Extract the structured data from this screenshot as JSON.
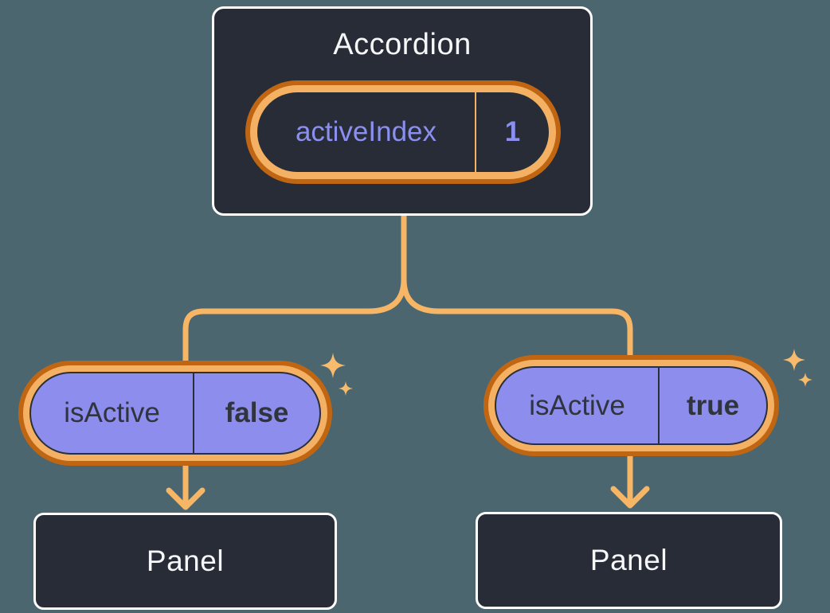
{
  "colors": {
    "background": "#4C6670",
    "box_fill": "#272C36",
    "box_border": "#FFFFFF",
    "text_light": "#F6F7F9",
    "purple_text": "#8A8FF0",
    "pill_fill": "#8D8DED",
    "pill_outline": "#2B2F38",
    "dark_text": "#2F343D",
    "orange_dark": "#C06613",
    "orange_light": "#F5B163",
    "connector": "#F7B665",
    "sparkle": "#F6BB6C"
  },
  "accordion": {
    "title": "Accordion",
    "state": {
      "name": "activeIndex",
      "value": "1"
    }
  },
  "children": [
    {
      "prop": {
        "name": "isActive",
        "value": "false"
      },
      "panel_label": "Panel"
    },
    {
      "prop": {
        "name": "isActive",
        "value": "true"
      },
      "panel_label": "Panel"
    }
  ]
}
